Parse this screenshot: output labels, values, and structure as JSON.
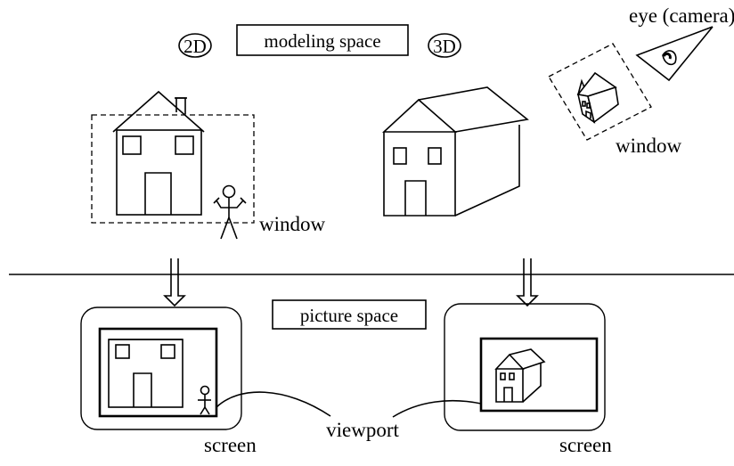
{
  "labels": {
    "badge_2d": "2D",
    "badge_3d": "3D",
    "modeling_space": "modeling space",
    "eye_camera": "eye (camera)",
    "window_left": "window",
    "window_right": "window",
    "picture_space": "picture space",
    "viewport": "viewport",
    "screen_left": "screen",
    "screen_right": "screen"
  }
}
